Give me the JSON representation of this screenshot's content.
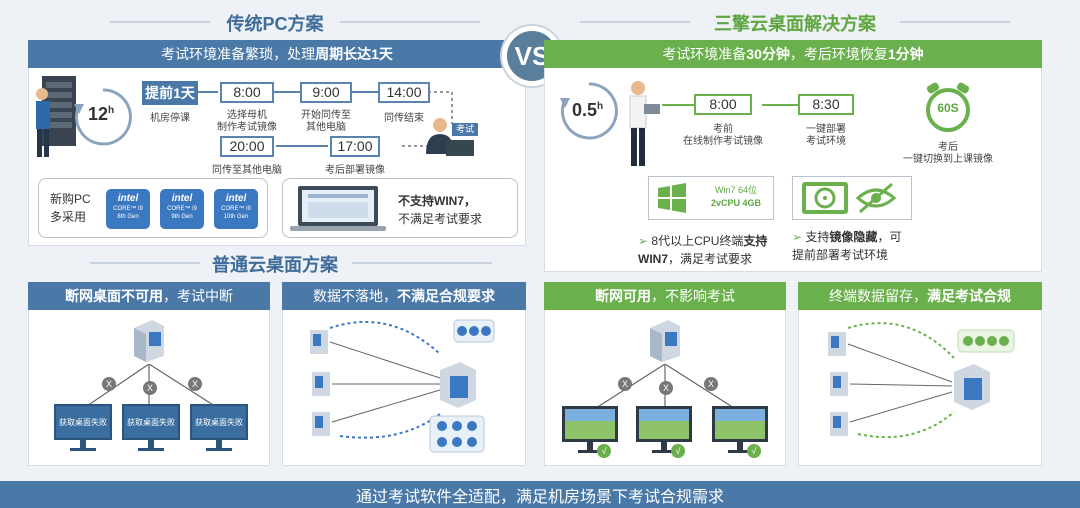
{
  "titles": {
    "traditional": "传统PC方案",
    "sanqing": "三擎云桌面解决方案",
    "normal_cloud": "普通云桌面方案",
    "vs": "VS"
  },
  "traditional": {
    "bar_pre": "考试环境准备繁琐，处理",
    "bar_bold": "周期长达1天",
    "hours": "12",
    "hours_unit": "h",
    "advance": "提前1天",
    "advance_label": "机房停课",
    "times": [
      {
        "time": "8:00",
        "label": "选择母机\n制作考试镜像"
      },
      {
        "time": "9:00",
        "label": "开始同传至\n其他电脑"
      },
      {
        "time": "14:00",
        "label": "同传结束"
      },
      {
        "time": "17:00",
        "label": "考后部署镜像"
      },
      {
        "time": "20:00",
        "label": "同传至其他电脑"
      }
    ],
    "exam_tag": "考试",
    "new_pc": "新购PC\n多采用",
    "chips": [
      {
        "brand": "intel",
        "model": "CORE™ i9",
        "gen": "8th Gen"
      },
      {
        "brand": "intel",
        "model": "CORE™ i9",
        "gen": "9th Gen"
      },
      {
        "brand": "intel",
        "model": "CORE™ i9",
        "gen": "10th Gen"
      }
    ],
    "no_win7_bold": "不支持WIN7，",
    "no_win7_rest": "不满足考试要求"
  },
  "sanqing": {
    "bar_pre": "考试环境准备",
    "bar_b1": "30分钟",
    "bar_mid": "，考后环境恢复",
    "bar_b2": "1分钟",
    "hours": "0.5",
    "hours_unit": "h",
    "times": [
      {
        "time": "8:00",
        "label": "考前\n在线制作考试镜像"
      },
      {
        "time": "8:30",
        "label": "一键部署\n考试环境"
      }
    ],
    "clock": "60S",
    "clock_label": "考后\n一键切换到上课镜像",
    "win_spec1": "Win7 64位",
    "win_spec2": "2vCPU 4GB",
    "feat1_pre": "8代以上CPU终端",
    "feat1_bold": "支持",
    "feat1_line2_bold": "WIN7",
    "feat1_line2_rest": "，满足考试要求",
    "feat2_pre": "支持",
    "feat2_bold": "镜像隐藏",
    "feat2_rest": "，可",
    "feat2_line2": "提前部署考试环境"
  },
  "panels": [
    {
      "bold": "断网桌面不可用",
      "rest": "，考试中断"
    },
    {
      "rest": "数据不落地，",
      "bold": "不满足合规要求"
    },
    {
      "bold": "断网可用",
      "rest": "，不影响考试"
    },
    {
      "rest": "终端数据留存，",
      "bold": "满足考试合规"
    }
  ],
  "fail_label": "获取桌面失败",
  "x_mark": "X",
  "check_mark": "√",
  "bottom": "通过考试软件全适配，满足机房场景下考试合规需求",
  "colors": {
    "blue": "#4a79a8",
    "green": "#6ab04c",
    "title_blue": "#3f6c9a"
  }
}
